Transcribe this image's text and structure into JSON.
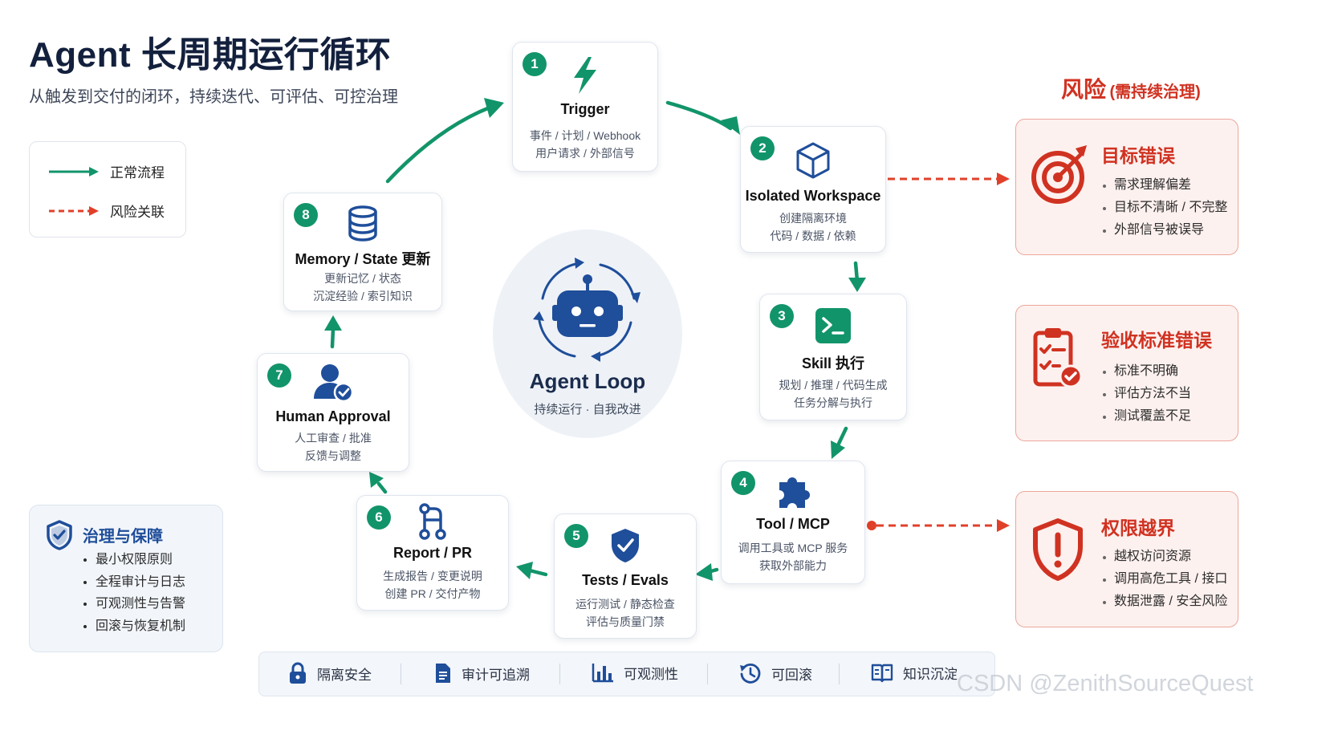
{
  "title": "Agent 长周期运行循环",
  "subtitle": "从触发到交付的闭环，持续迭代、可评估、可控治理",
  "legend": {
    "normal": "正常流程",
    "risk": "风险关联"
  },
  "colors": {
    "flow": "#12946a",
    "risk": "#e0402a",
    "navy": "#1f4e9a",
    "risk_text": "#d03221"
  },
  "center": {
    "title": "Agent Loop",
    "subtitle": "持续运行 · 自我改进",
    "icon": "robot-icon"
  },
  "nodes": [
    {
      "num": "1",
      "title": "Trigger",
      "lines": [
        "事件 / 计划 / Webhook",
        "用户请求 / 外部信号"
      ],
      "icon": "lightning-icon"
    },
    {
      "num": "2",
      "title": "Isolated Workspace",
      "lines": [
        "创建隔离环境",
        "代码 / 数据 / 依赖"
      ],
      "icon": "cube-icon"
    },
    {
      "num": "3",
      "title": "Skill 执行",
      "lines": [
        "规划 / 推理 / 代码生成",
        "任务分解与执行"
      ],
      "icon": "terminal-icon"
    },
    {
      "num": "4",
      "title": "Tool / MCP",
      "lines": [
        "调用工具或 MCP 服务",
        "获取外部能力"
      ],
      "icon": "puzzle-icon"
    },
    {
      "num": "5",
      "title": "Tests / Evals",
      "lines": [
        "运行测试 / 静态检查",
        "评估与质量门禁"
      ],
      "icon": "shield-check-icon"
    },
    {
      "num": "6",
      "title": "Report / PR",
      "lines": [
        "生成报告 / 变更说明",
        "创建 PR / 交付产物"
      ],
      "icon": "pull-request-icon"
    },
    {
      "num": "7",
      "title": "Human Approval",
      "lines": [
        "人工审查 / 批准",
        "反馈与调整"
      ],
      "icon": "user-check-icon"
    },
    {
      "num": "8",
      "title": "Memory / State 更新",
      "lines": [
        "更新记忆 / 状态",
        "沉淀经验 / 索引知识"
      ],
      "icon": "database-icon"
    }
  ],
  "risk": {
    "header": "风险",
    "header_note": "(需持续治理)",
    "cards": [
      {
        "title": "目标错误",
        "items": [
          "需求理解偏差",
          "目标不清晰 / 不完整",
          "外部信号被误导"
        ],
        "icon": "target-icon"
      },
      {
        "title": "验收标准错误",
        "items": [
          "标准不明确",
          "评估方法不当",
          "测试覆盖不足"
        ],
        "icon": "clipboard-check-icon"
      },
      {
        "title": "权限越界",
        "items": [
          "越权访问资源",
          "调用高危工具 / 接口",
          "数据泄露 / 安全风险"
        ],
        "icon": "shield-alert-icon"
      }
    ]
  },
  "governance": {
    "title": "治理与保障",
    "items": [
      "最小权限原则",
      "全程审计与日志",
      "可观测性与告警",
      "回滚与恢复机制"
    ],
    "icon": "shield-check-icon"
  },
  "bottom_bar": [
    {
      "label": "隔离安全",
      "icon": "lock-icon"
    },
    {
      "label": "审计可追溯",
      "icon": "document-icon"
    },
    {
      "label": "可观测性",
      "icon": "bar-chart-icon"
    },
    {
      "label": "可回滚",
      "icon": "history-icon"
    },
    {
      "label": "知识沉淀",
      "icon": "book-icon"
    }
  ],
  "watermark": "CSDN @ZenithSourceQuest"
}
